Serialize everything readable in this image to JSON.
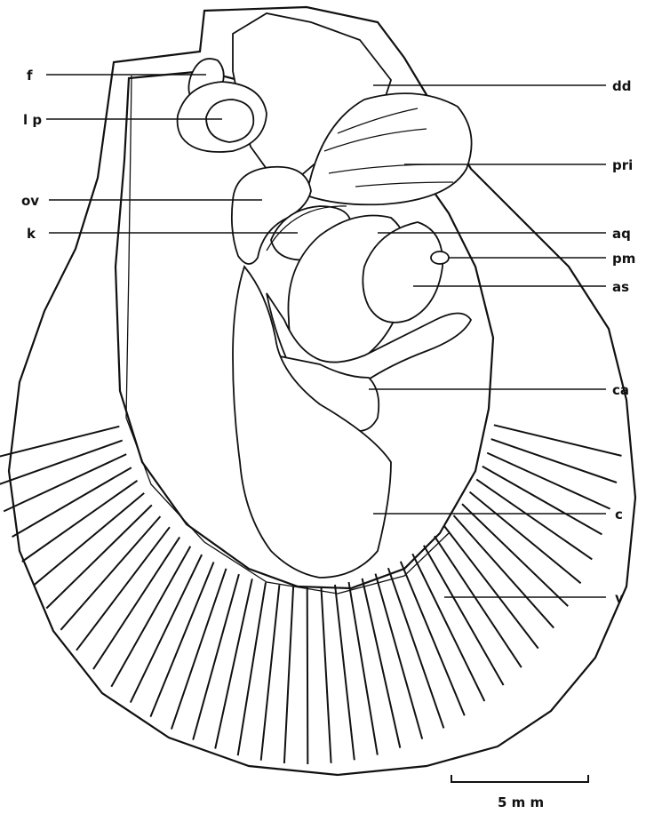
{
  "labels": {
    "f": "f",
    "lp": "l p",
    "ov": "ov",
    "k": "k",
    "dd": "dd",
    "pri": "pri",
    "aq": "aq",
    "pm": "pm",
    "as": "as",
    "ca": "ca",
    "c": "c",
    "v": "v"
  },
  "scale_bar": {
    "label": "5 m m"
  }
}
